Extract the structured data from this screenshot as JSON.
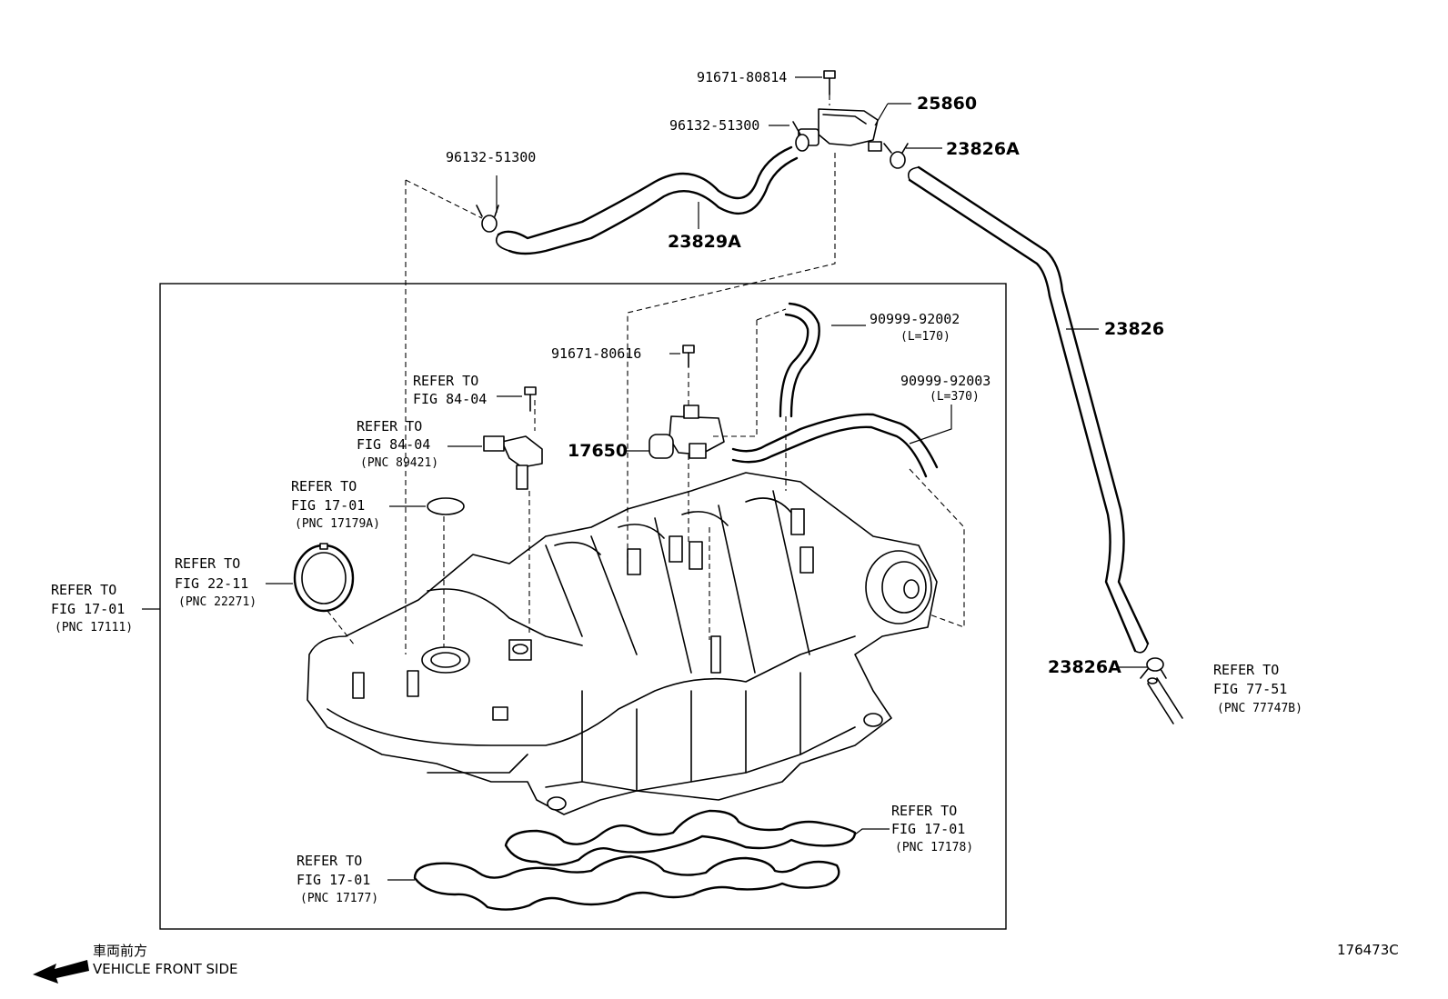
{
  "diagram_id": "176473C",
  "direction": {
    "label_jp": "車両前方",
    "label_en": "VEHICLE FRONT SIDE"
  },
  "parts": {
    "p_91671_80814": "91671-80814",
    "p_25860": "25860",
    "p_96132_51300_top": "96132-51300",
    "p_23826A_top": "23826A",
    "p_96132_51300_left": "96132-51300",
    "p_23829A": "23829A",
    "p_23826": "23826",
    "p_90999_92002": "90999-92002",
    "p_90999_92002_len": "(L=170)",
    "p_91671_80616": "91671-80616",
    "p_90999_92003": "90999-92003",
    "p_90999_92003_len": "(L=370)",
    "p_17650": "17650",
    "p_23826A_bottom": "23826A"
  },
  "refs": {
    "r1": {
      "l1": "REFER TO",
      "l2": "FIG 84-04",
      "l3": ""
    },
    "r2": {
      "l1": "REFER TO",
      "l2": "FIG 84-04",
      "l3": "(PNC 89421)"
    },
    "r3": {
      "l1": "REFER TO",
      "l2": "FIG 17-01",
      "l3": "(PNC 17179A)"
    },
    "r4": {
      "l1": "REFER TO",
      "l2": "FIG 22-11",
      "l3": "(PNC 22271)"
    },
    "r5": {
      "l1": "REFER TO",
      "l2": "FIG 17-01",
      "l3": "(PNC 17111)"
    },
    "r6": {
      "l1": "REFER TO",
      "l2": "FIG 77-51",
      "l3": "(PNC 77747B)"
    },
    "r7": {
      "l1": "REFER TO",
      "l2": "FIG 17-01",
      "l3": "(PNC 17178)"
    },
    "r8": {
      "l1": "REFER TO",
      "l2": "FIG 17-01",
      "l3": "(PNC 17177)"
    }
  }
}
